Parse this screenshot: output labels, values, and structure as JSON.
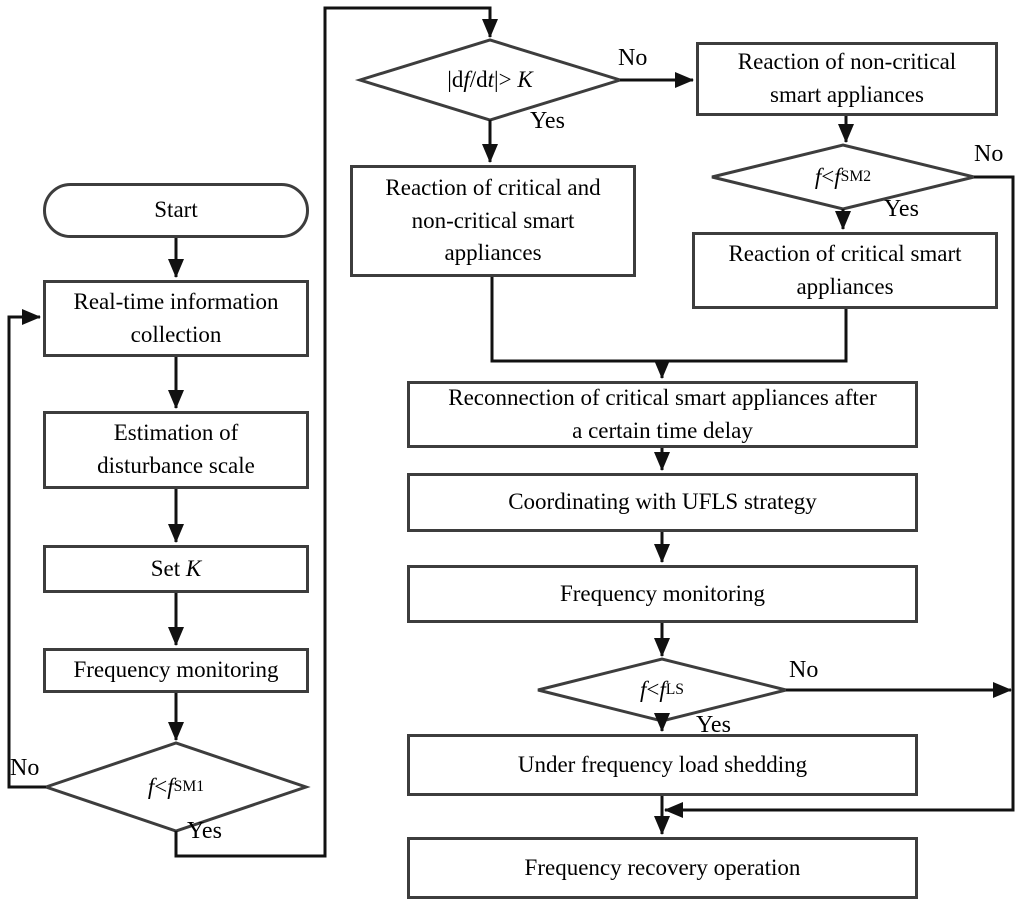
{
  "colors": {
    "background": "#ffffff",
    "box_border": "#3d3d3d",
    "line": "#111111",
    "text": "#000000"
  },
  "labels": {
    "yes": "Yes",
    "no": "No"
  },
  "nodes": {
    "start": "Start",
    "realtime": "Real-time information\ncollection",
    "estimation": "Estimation of\ndisturbance scale",
    "freqmon1": "Frequency monitoring",
    "reaction_both": "Reaction of critical and\nnon-critical smart\nappliances",
    "reaction_noncrit": "Reaction of non-critical\nsmart appliances",
    "reaction_crit": "Reaction of critical smart\nappliances",
    "reconnection": "Reconnection of critical smart appliances after\na certain time delay",
    "coordinating": "Coordinating with UFLS strategy",
    "freqmon2": "Frequency monitoring",
    "underfreq": "Under frequency load shedding",
    "freqrecovery": "Frequency recovery operation"
  },
  "decisions": {
    "setk": {
      "p1": "Set ",
      "p2": "K"
    },
    "dfdt": {
      "p1": "|d",
      "p2": "f",
      "p3": "/d",
      "p4": "t",
      "p5": "|> ",
      "p6": "K"
    },
    "fsm1": {
      "p1": "f",
      "p2": "<",
      "p3": "f",
      "sub": "SM1"
    },
    "fsm2": {
      "p1": "f",
      "p2": "<",
      "p3": "f",
      "sub": "SM2"
    },
    "fls": {
      "p1": "f",
      "p2": "<",
      "p3": "f",
      "sub": "LS"
    }
  }
}
